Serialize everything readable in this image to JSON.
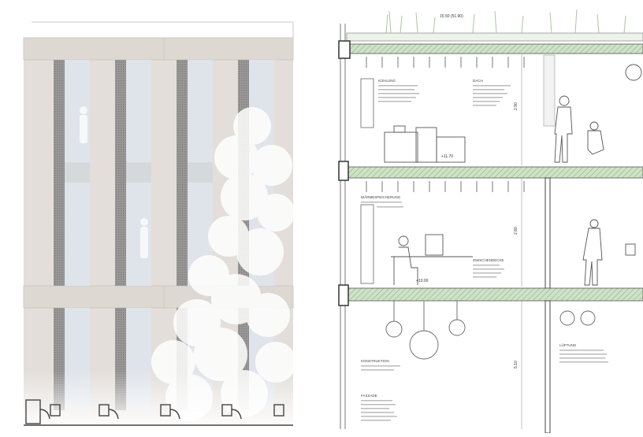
{
  "section": {
    "level_labels": {
      "roof": "15.50 (51.90)",
      "upper_floor": "+11.70",
      "middle_floor": "+10.00"
    },
    "height_dims": [
      "2.90",
      "2.80",
      "5.10"
    ],
    "notes": {
      "ceiling_upper": "KÜHLUNG",
      "roof_dach": "DACH",
      "warm_storage": "WÄRMESPEICHERUNG",
      "intermediate_ceiling": "ZWISCHENDECKE",
      "construction": "KONSTRUKTION",
      "facade": "FASSADE",
      "ventilation": "LÜFTUNG"
    }
  },
  "colors": {
    "stone": "#e3ded9",
    "glass": "#dfe4ea",
    "slab_hatch": "#b7d3ae",
    "line": "#555555"
  }
}
